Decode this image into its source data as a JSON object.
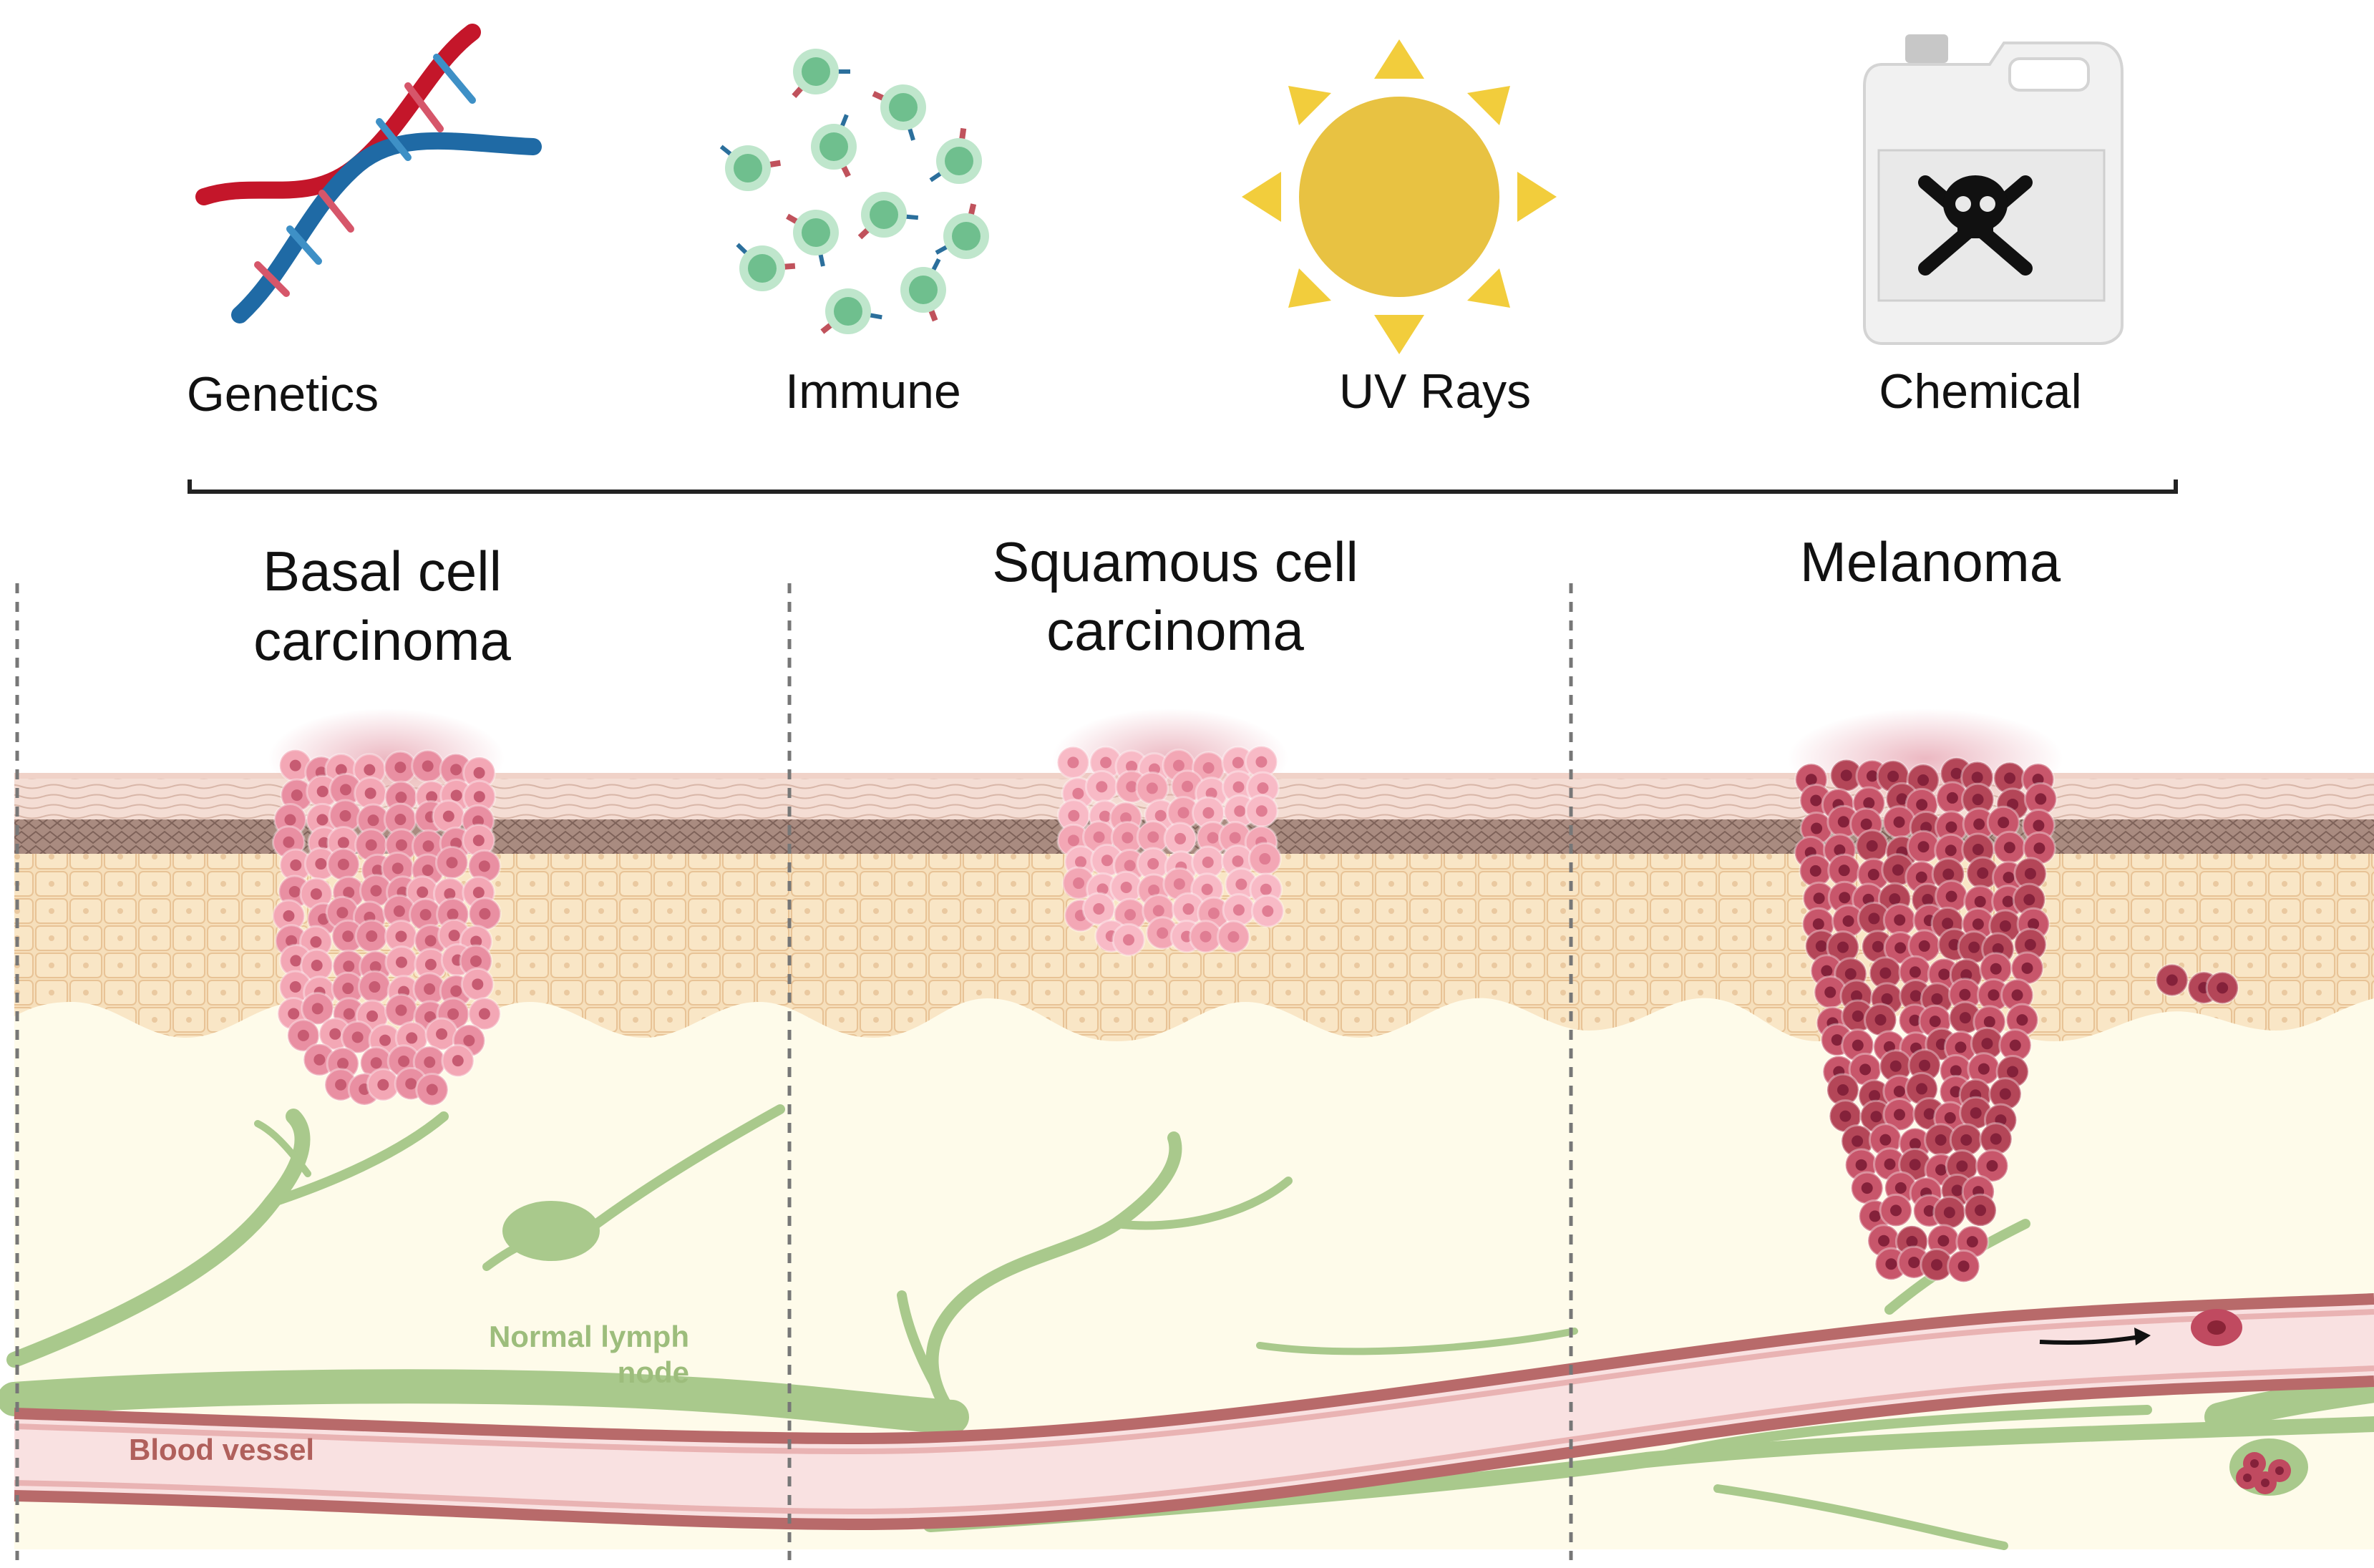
{
  "risk_factors": {
    "genetics": "Genetics",
    "immune": "Immune",
    "uv": "UV Rays",
    "chemical": "Chemical"
  },
  "cancer_types": {
    "basal_line1": "Basal cell",
    "basal_line2": "carcinoma",
    "squamous_line1": "Squamous cell",
    "squamous_line2": "carcinoma",
    "melanoma": "Melanoma"
  },
  "annotations": {
    "lymph_line1": "Normal lymph",
    "lymph_line2": "node",
    "blood_vessel": "Blood vessel"
  },
  "colors": {
    "dna_red": "#c4162a",
    "dna_blue": "#1f6aa5",
    "immune_cell": "#8fd3a8",
    "sun": "#e8c242",
    "lymph": "#a9c98c",
    "lymph_text": "#9dbd7c",
    "vessel_wall": "#b86a6a",
    "vessel_fill": "#f9e1e1",
    "vessel_text": "#b0605c",
    "skin_layer": "#f3d7b0",
    "dermis": "#fefbea",
    "tumor_light": "#f3a7b5",
    "tumor_dark": "#c04a60"
  }
}
